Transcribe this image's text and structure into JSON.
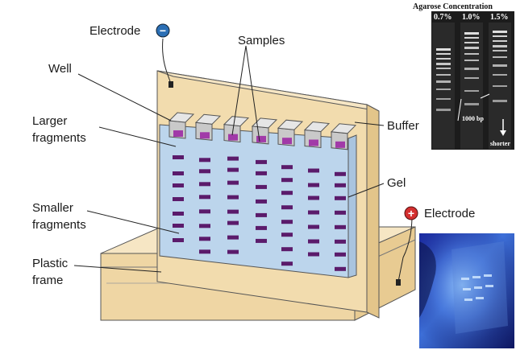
{
  "labels": {
    "electrode_top": "Electrode",
    "samples": "Samples",
    "well": "Well",
    "larger_fragments_1": "Larger",
    "larger_fragments_2": "fragments",
    "buffer": "Buffer",
    "gel": "Gel",
    "smaller_fragments_1": "Smaller",
    "smaller_fragments_2": "fragments",
    "electrode_bottom": "Electrode",
    "plastic_frame_1": "Plastic",
    "plastic_frame_2": "frame"
  },
  "electrode_signs": {
    "negative": "−",
    "positive": "+"
  },
  "inset": {
    "title": "Agarose Concentration",
    "lanes": [
      "0.7%",
      "1.0%",
      "1.5%"
    ],
    "marker_label": "1000 bp",
    "arrow_label": "shorter"
  },
  "colors": {
    "gel": "#b9d3ea",
    "buffer": "#f1dcb3",
    "band": "#5b1b6b",
    "negative_electrode": "#2b6fb5",
    "positive_electrode": "#d42f2f",
    "inset_bg": "#1c1c1c",
    "photo_bg": "#1a2a8a"
  }
}
